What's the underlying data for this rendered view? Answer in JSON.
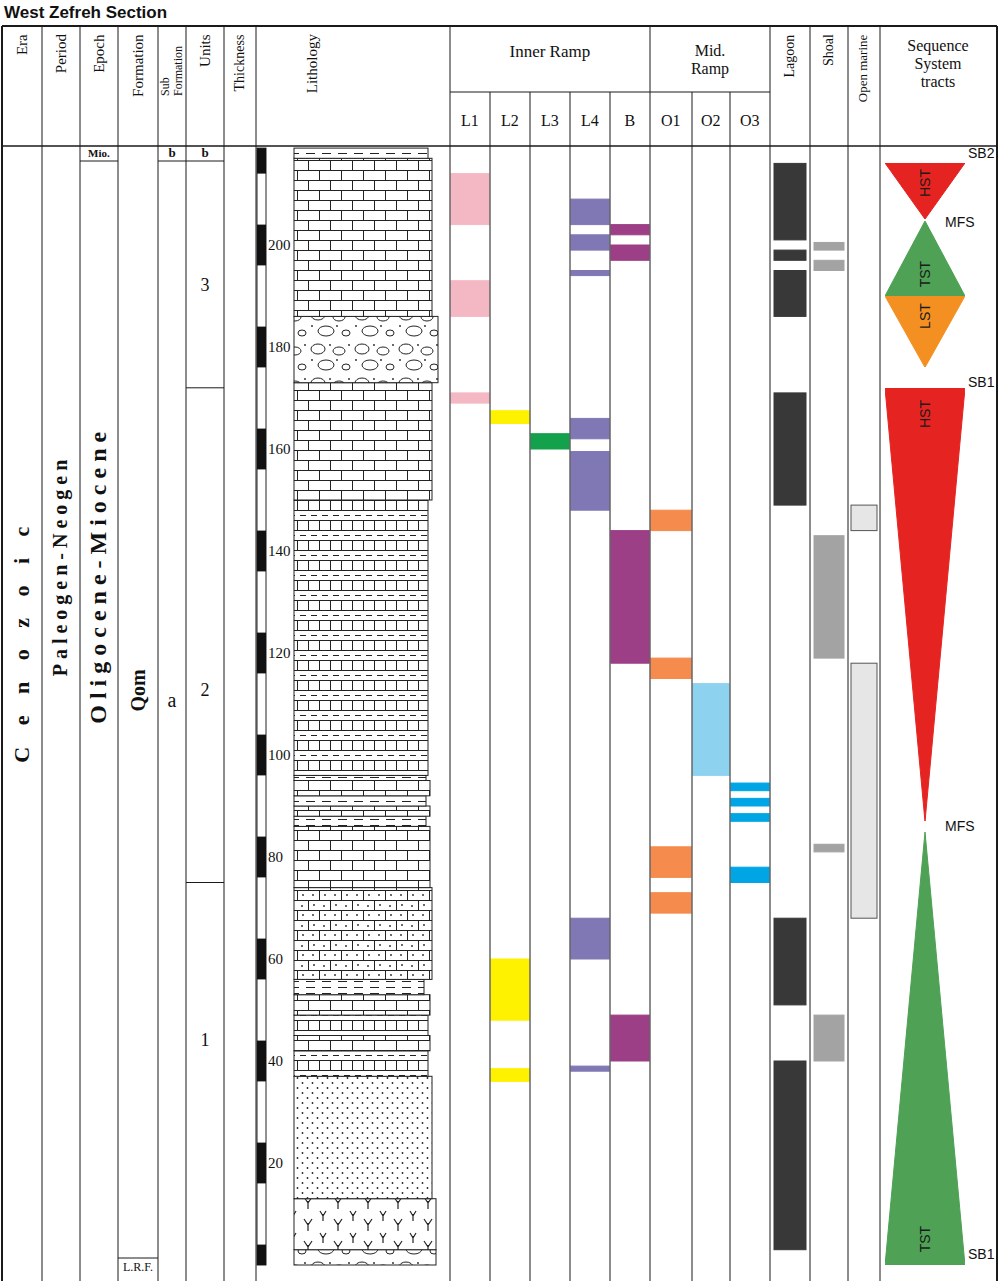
{
  "diagram": {
    "title": "West Zefreh Section",
    "nodes": [
      {
        "text": [
          "HST"
        ]
      },
      {
        "text": [
          "TST"
        ]
      },
      {
        "text": [
          "LST"
        ]
      },
      {
        "text": [
          "HST"
        ]
      },
      {
        "text": [
          "TST"
        ]
      }
    ],
    "labels": [
      "Era",
      "Period",
      "Epoch",
      "Formation",
      "Sub Formation",
      "Units",
      "Thickness",
      "Lithology",
      "Inner Ramp",
      "L1",
      "L2",
      "L3",
      "L4",
      "B",
      "Mid. Ramp",
      "O1",
      "O2",
      "O3",
      "Lagoon",
      "Shoal",
      "Open marine",
      "Sequence System tracts",
      "C e n o z o i c",
      "Paleogen-Neogen",
      "Mio.",
      "Oligocene-Miocene",
      "Qom",
      "L.R.F.",
      "b",
      "a",
      "b",
      "3",
      "2",
      "1",
      "200",
      "180",
      "160",
      "140",
      "120",
      "100",
      "80",
      "60",
      "40",
      "20",
      "SB2",
      "MFS",
      "SB1",
      "MFS",
      "SB1"
    ]
  }
}
